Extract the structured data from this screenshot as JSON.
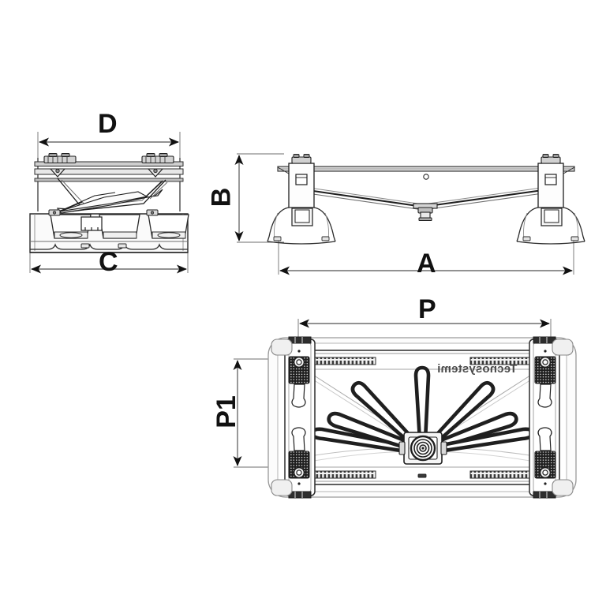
{
  "document": {
    "type": "technical-drawing",
    "title": "",
    "background_color": "#ffffff",
    "line_color": "#1a1a1a",
    "secondary_line_color": "#6e6e6e",
    "fill_light": "#f2f2f2",
    "fill_mid": "#d9d9d9",
    "fill_dark": "#2b2b2b"
  },
  "dimensions": {
    "d": {
      "label": "D",
      "view": "side-view",
      "orientation": "horizontal"
    },
    "c": {
      "label": "C",
      "view": "side-view",
      "orientation": "horizontal"
    },
    "b": {
      "label": "B",
      "view": "front-elevation",
      "orientation": "vertical"
    },
    "a": {
      "label": "A",
      "view": "front-elevation",
      "orientation": "horizontal"
    },
    "p": {
      "label": "P",
      "view": "plan-view",
      "orientation": "horizontal"
    },
    "p1": {
      "label": "P1",
      "view": "plan-view",
      "orientation": "vertical"
    }
  },
  "views": {
    "side": {
      "name": "side-view"
    },
    "front": {
      "name": "front-elevation-view"
    },
    "plan": {
      "name": "plan-view"
    }
  },
  "branding": {
    "text": "Tecnosystemi",
    "mirrored": true
  }
}
